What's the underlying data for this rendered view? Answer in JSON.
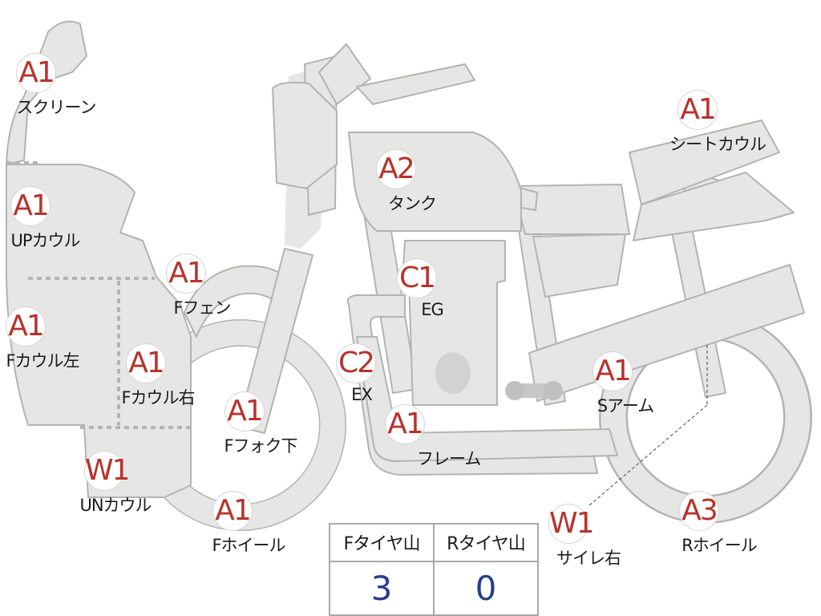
{
  "parts": [
    {
      "grade": "A1",
      "label": "スクリーン"
    },
    {
      "grade": "A1",
      "label": "UPカウル"
    },
    {
      "grade": "A1",
      "label": "Fカウル左"
    },
    {
      "grade": "A1",
      "label": "Fカウル右"
    },
    {
      "grade": "W1",
      "label": "UNカウル"
    },
    {
      "grade": "A1",
      "label": "Fフェン"
    },
    {
      "grade": "A1",
      "label": "Fフォク下"
    },
    {
      "grade": "A1",
      "label": "Fホイール"
    },
    {
      "grade": "A2",
      "label": "タンク"
    },
    {
      "grade": "C1",
      "label": "EG"
    },
    {
      "grade": "C2",
      "label": "EX"
    },
    {
      "grade": "A1",
      "label": "フレーム"
    },
    {
      "grade": "A1",
      "label": "シートカウル"
    },
    {
      "grade": "A1",
      "label": "Sアーム"
    },
    {
      "grade": "W1",
      "label": "サイレ右"
    },
    {
      "grade": "A3",
      "label": "Rホイール"
    }
  ],
  "tread": {
    "front_label": "Fタイヤ山",
    "rear_label": "Rタイヤ山",
    "front_value": "3",
    "rear_value": "0"
  },
  "colors": {
    "part_fill": "#e6e7e5",
    "part_stroke": "#b3b4b2",
    "grade_text": "#b8322c",
    "tread_value": "#27408b"
  }
}
